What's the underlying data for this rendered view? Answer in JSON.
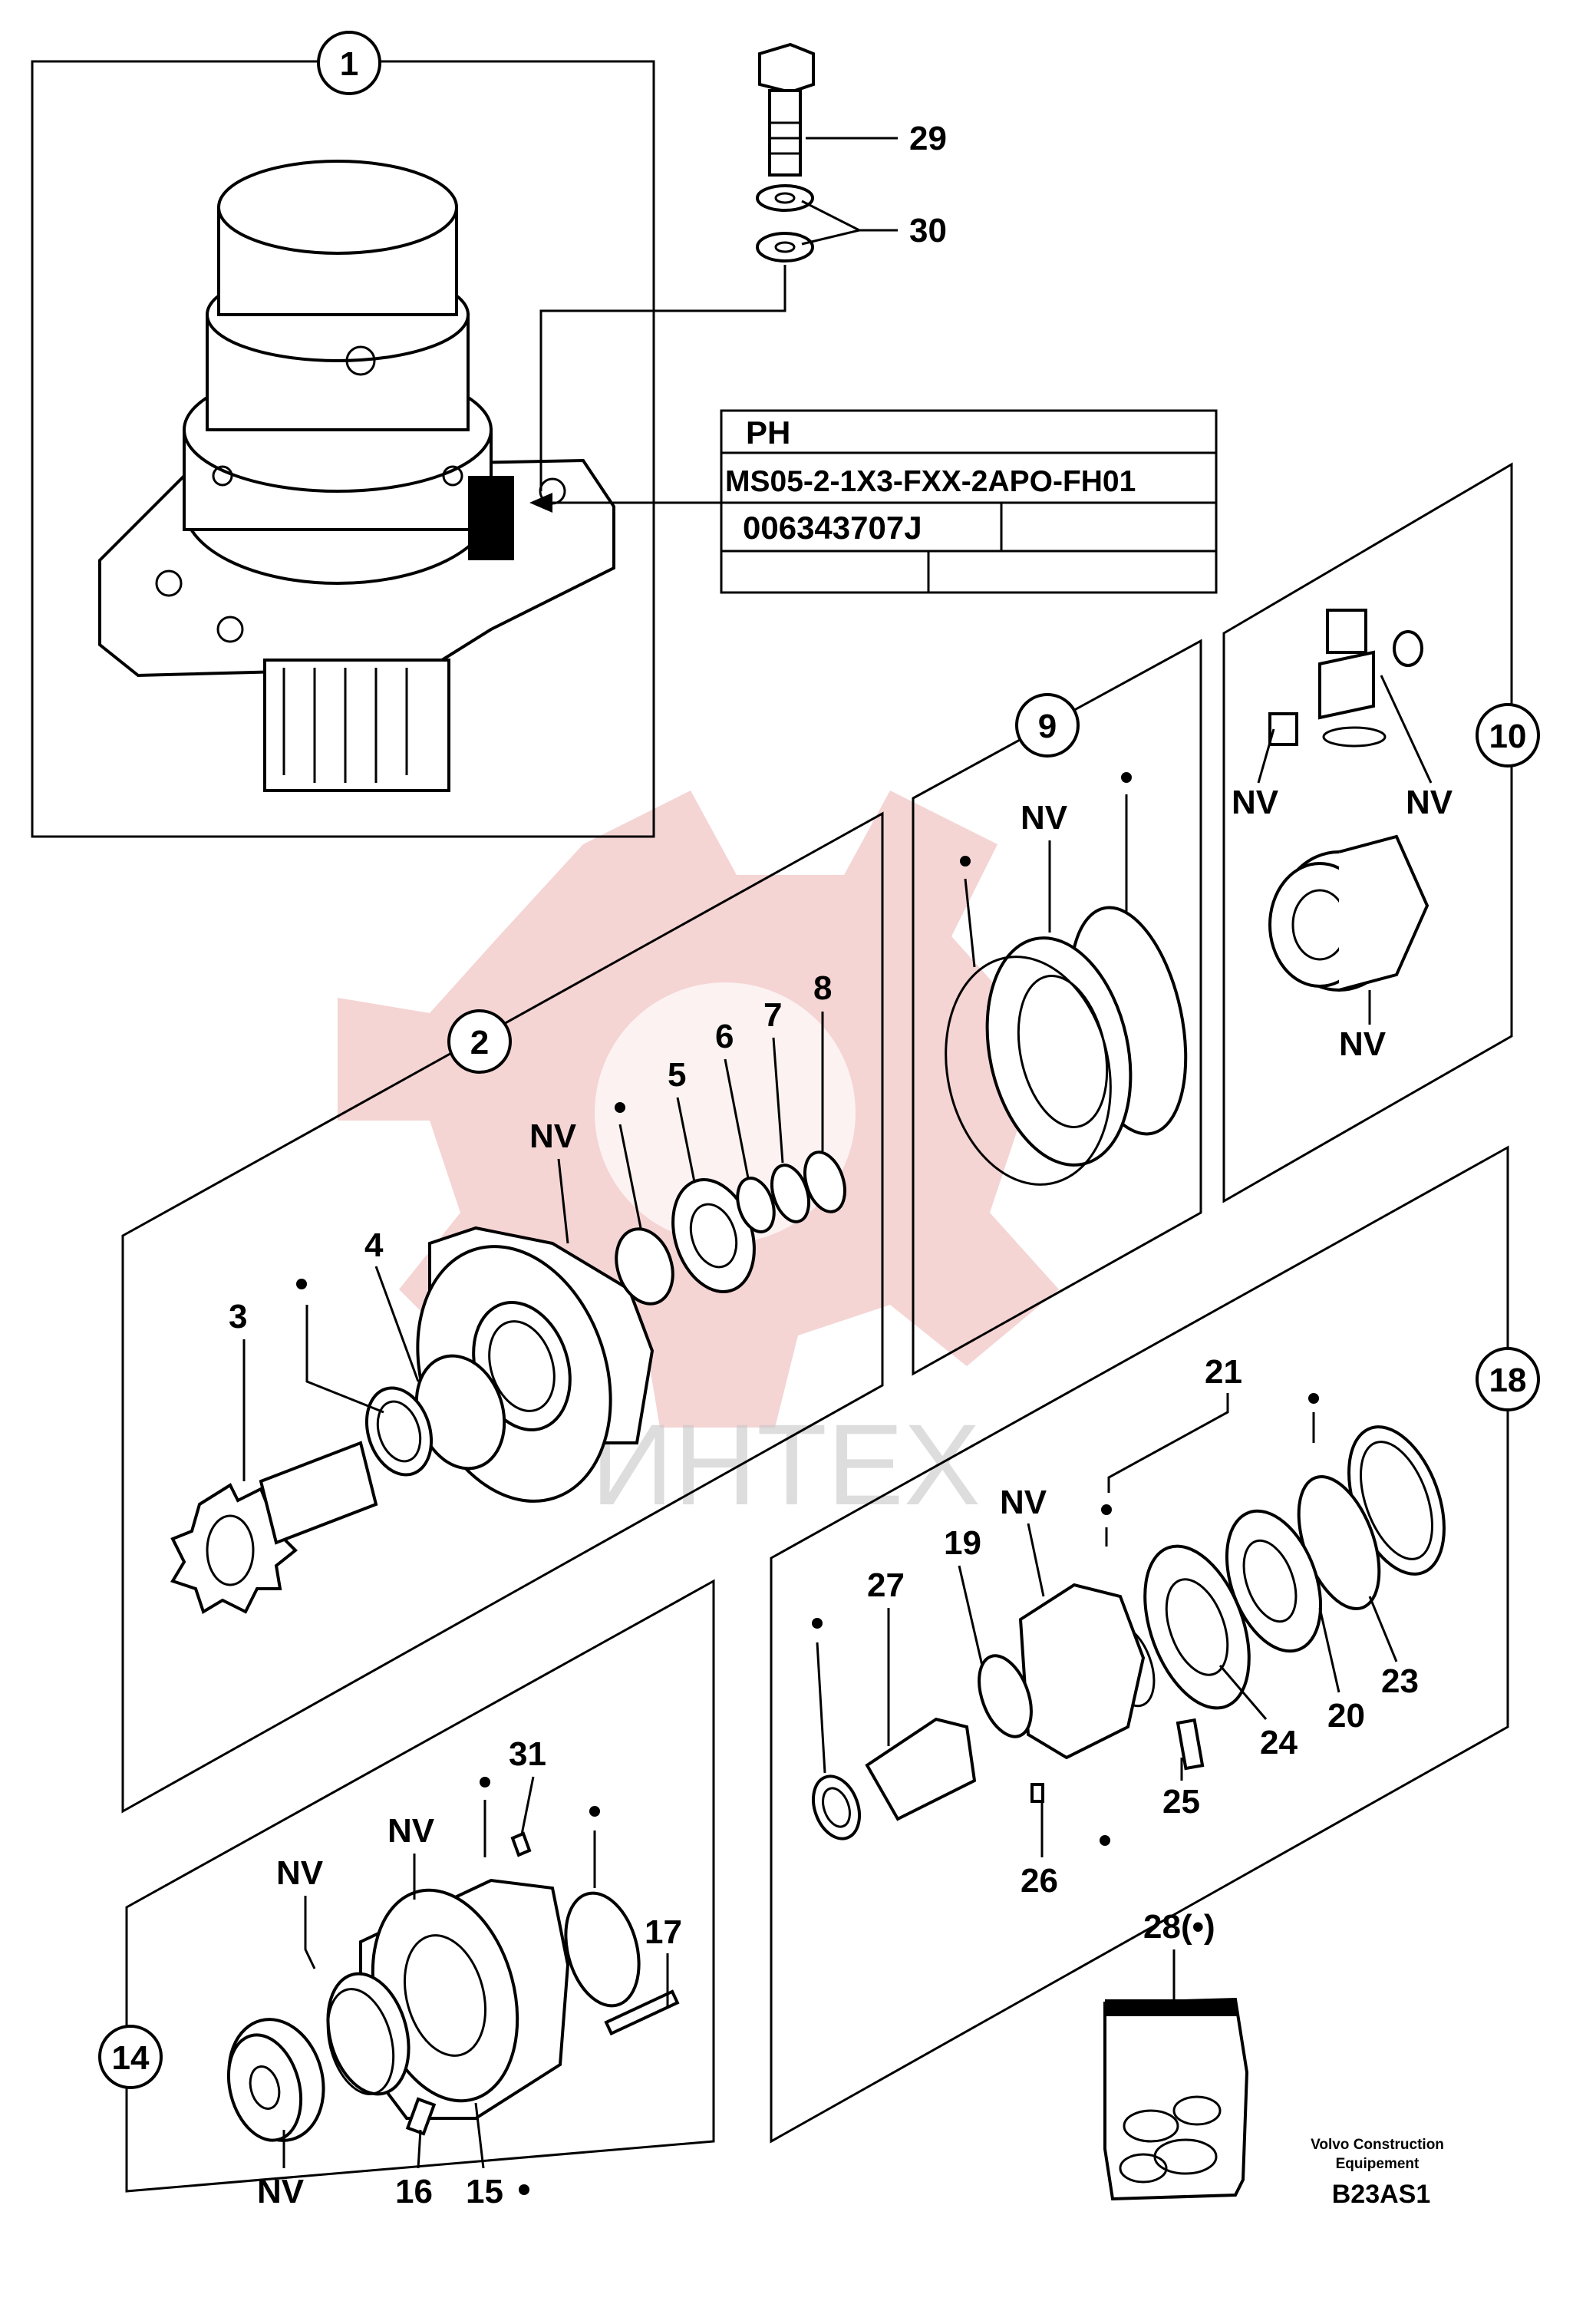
{
  "label_box": {
    "row1": "PH",
    "row2": "MS05-2-1X3-FXX-2APO-FH01",
    "row3": "006343707J"
  },
  "groups": {
    "g1": "1",
    "g2": "2",
    "g9": "9",
    "g10": "10",
    "g14": "14",
    "g18": "18"
  },
  "parts": {
    "p3": "3",
    "p4": "4",
    "p5": "5",
    "p6": "6",
    "p7": "7",
    "p8": "8",
    "p15": "15",
    "p16": "16",
    "p17": "17",
    "p19": "19",
    "p20": "20",
    "p21": "21",
    "p23": "23",
    "p24": "24",
    "p25": "25",
    "p26": "26",
    "p27": "27",
    "p28": "28(•)",
    "p29": "29",
    "p30": "30",
    "p31": "31"
  },
  "nv_label": "NV",
  "watermark": "ИНТЕХ",
  "footer": {
    "maker_line1": "Volvo Construction",
    "maker_line2": "Equipement",
    "code": "B23AS1"
  }
}
